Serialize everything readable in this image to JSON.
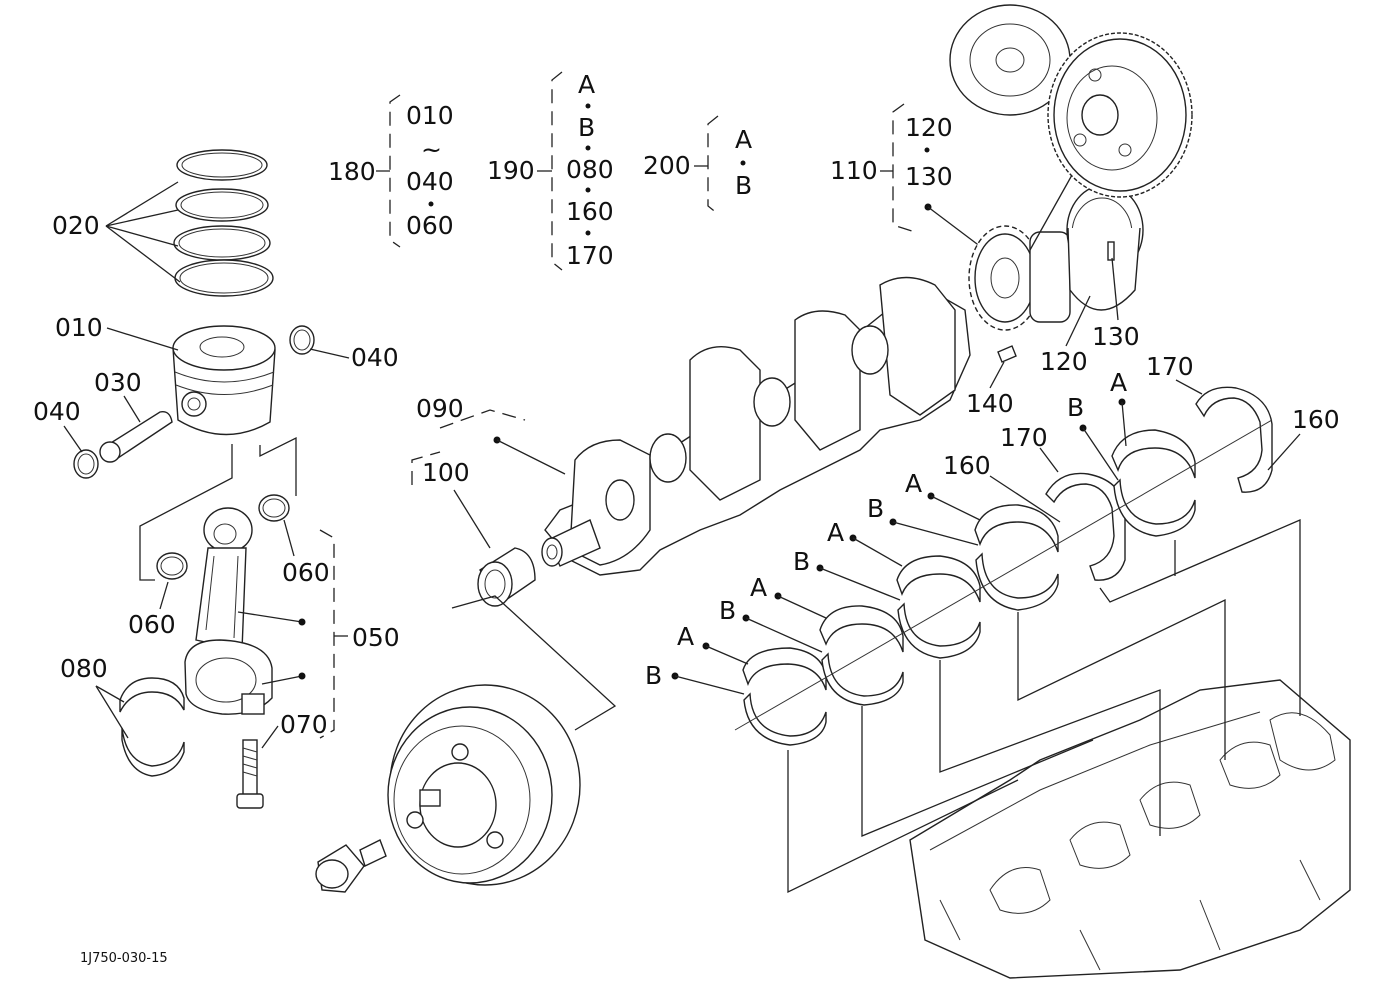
{
  "diagram_code": "1J750-030-15",
  "callouts": {
    "c020": "020",
    "c010": "010",
    "c040a": "040",
    "c040b": "040",
    "c030": "030",
    "c060a": "060",
    "c060b": "060",
    "c050": "050",
    "c080": "080",
    "c070": "070",
    "c090": "090",
    "c100": "100",
    "c110": "110",
    "c120": "120",
    "c130": "130",
    "c140": "140",
    "c160a": "160",
    "c160b": "160",
    "c170a": "170",
    "c170b": "170"
  },
  "groups": {
    "g180": {
      "label": "180",
      "items": [
        "010",
        "~",
        "040",
        "060"
      ]
    },
    "g190": {
      "label": "190",
      "items": [
        "A",
        "B",
        "080",
        "160",
        "170"
      ]
    },
    "g200": {
      "label": "200",
      "items": [
        "A",
        "B"
      ]
    },
    "g110": {
      "label": "110",
      "items": [
        "120",
        "130"
      ]
    }
  },
  "bearing_marks": {
    "A": "A",
    "B": "B"
  }
}
